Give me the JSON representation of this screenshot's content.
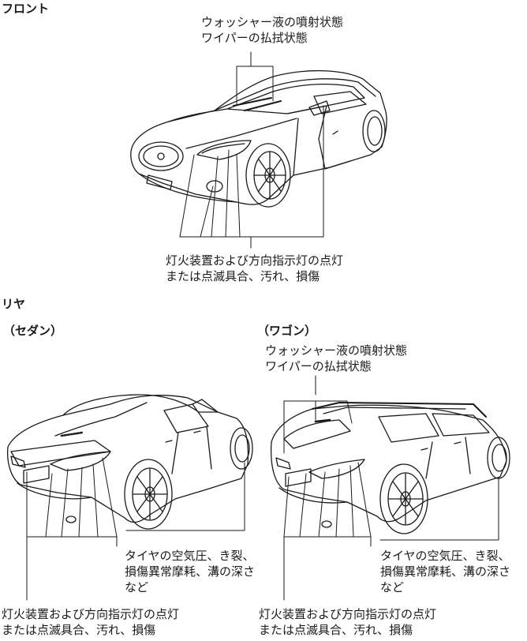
{
  "front": {
    "heading": "フロント",
    "washer_label": [
      "ウォッシャー液の噴射状態",
      "ワイパーの払拭状態"
    ],
    "lamp_label": [
      "灯火装置および方向指示灯の点灯",
      "または点滅具合、汚れ、損傷"
    ]
  },
  "rear": {
    "heading": "リヤ",
    "sedan": {
      "subheading": "（セダン）",
      "tire_label": [
        "タイヤの空気圧、き裂、",
        "損傷異常摩耗、溝の深さ",
        "など"
      ],
      "lamp_label": [
        "灯火装置および方向指示灯の点灯",
        "または点滅具合、汚れ、損傷"
      ]
    },
    "wagon": {
      "subheading": "（ワゴン）",
      "washer_label": [
        "ウォッシャー液の噴射状態",
        "ワイパーの払拭状態"
      ],
      "tire_label": [
        "タイヤの空気圧、き裂、",
        "損傷異常摩耗、溝の深さ",
        "など"
      ],
      "lamp_label": [
        "灯火装置および方向指示灯の点灯",
        "または点滅具合、汚れ、損傷"
      ]
    }
  }
}
